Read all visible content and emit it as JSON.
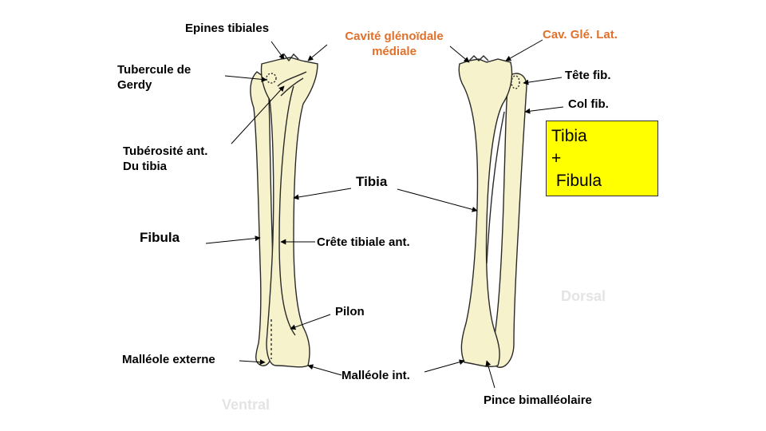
{
  "labels": {
    "epines_tibiales": "Epines tibiales",
    "cavite_medial_line1": "Cavité glénoïdale",
    "cavite_medial_line2": "médiale",
    "cav_gle_lat": "Cav. Glé. Lat.",
    "tubercule_line1": "Tubercule de",
    "tubercule_line2": "Gerdy",
    "tete_fib": "Tête fib.",
    "col_fib": "Col fib.",
    "tuberosite_line1": "Tubérosité ant.",
    "tuberosite_line2": "Du tibia",
    "tibia": "Tibia",
    "fibula": "Fibula",
    "crete": "Crête tibiale ant.",
    "pilon": "Pilon",
    "malleole_externe": "Malléole externe",
    "malleole_int": "Malléole int.",
    "pince": "Pince bimalléolaire",
    "ventral": "Ventral",
    "dorsal": "Dorsal"
  },
  "title_box": {
    "line1": "Tibia",
    "line2": "+",
    "line3": " Fibula"
  },
  "colors": {
    "bone_fill": "#f6f3cc",
    "bone_outline": "#2a2a2a",
    "orange_label": "#e0702a",
    "title_box_bg": "#ffff00",
    "ghost_label": "#e4e4e4"
  }
}
